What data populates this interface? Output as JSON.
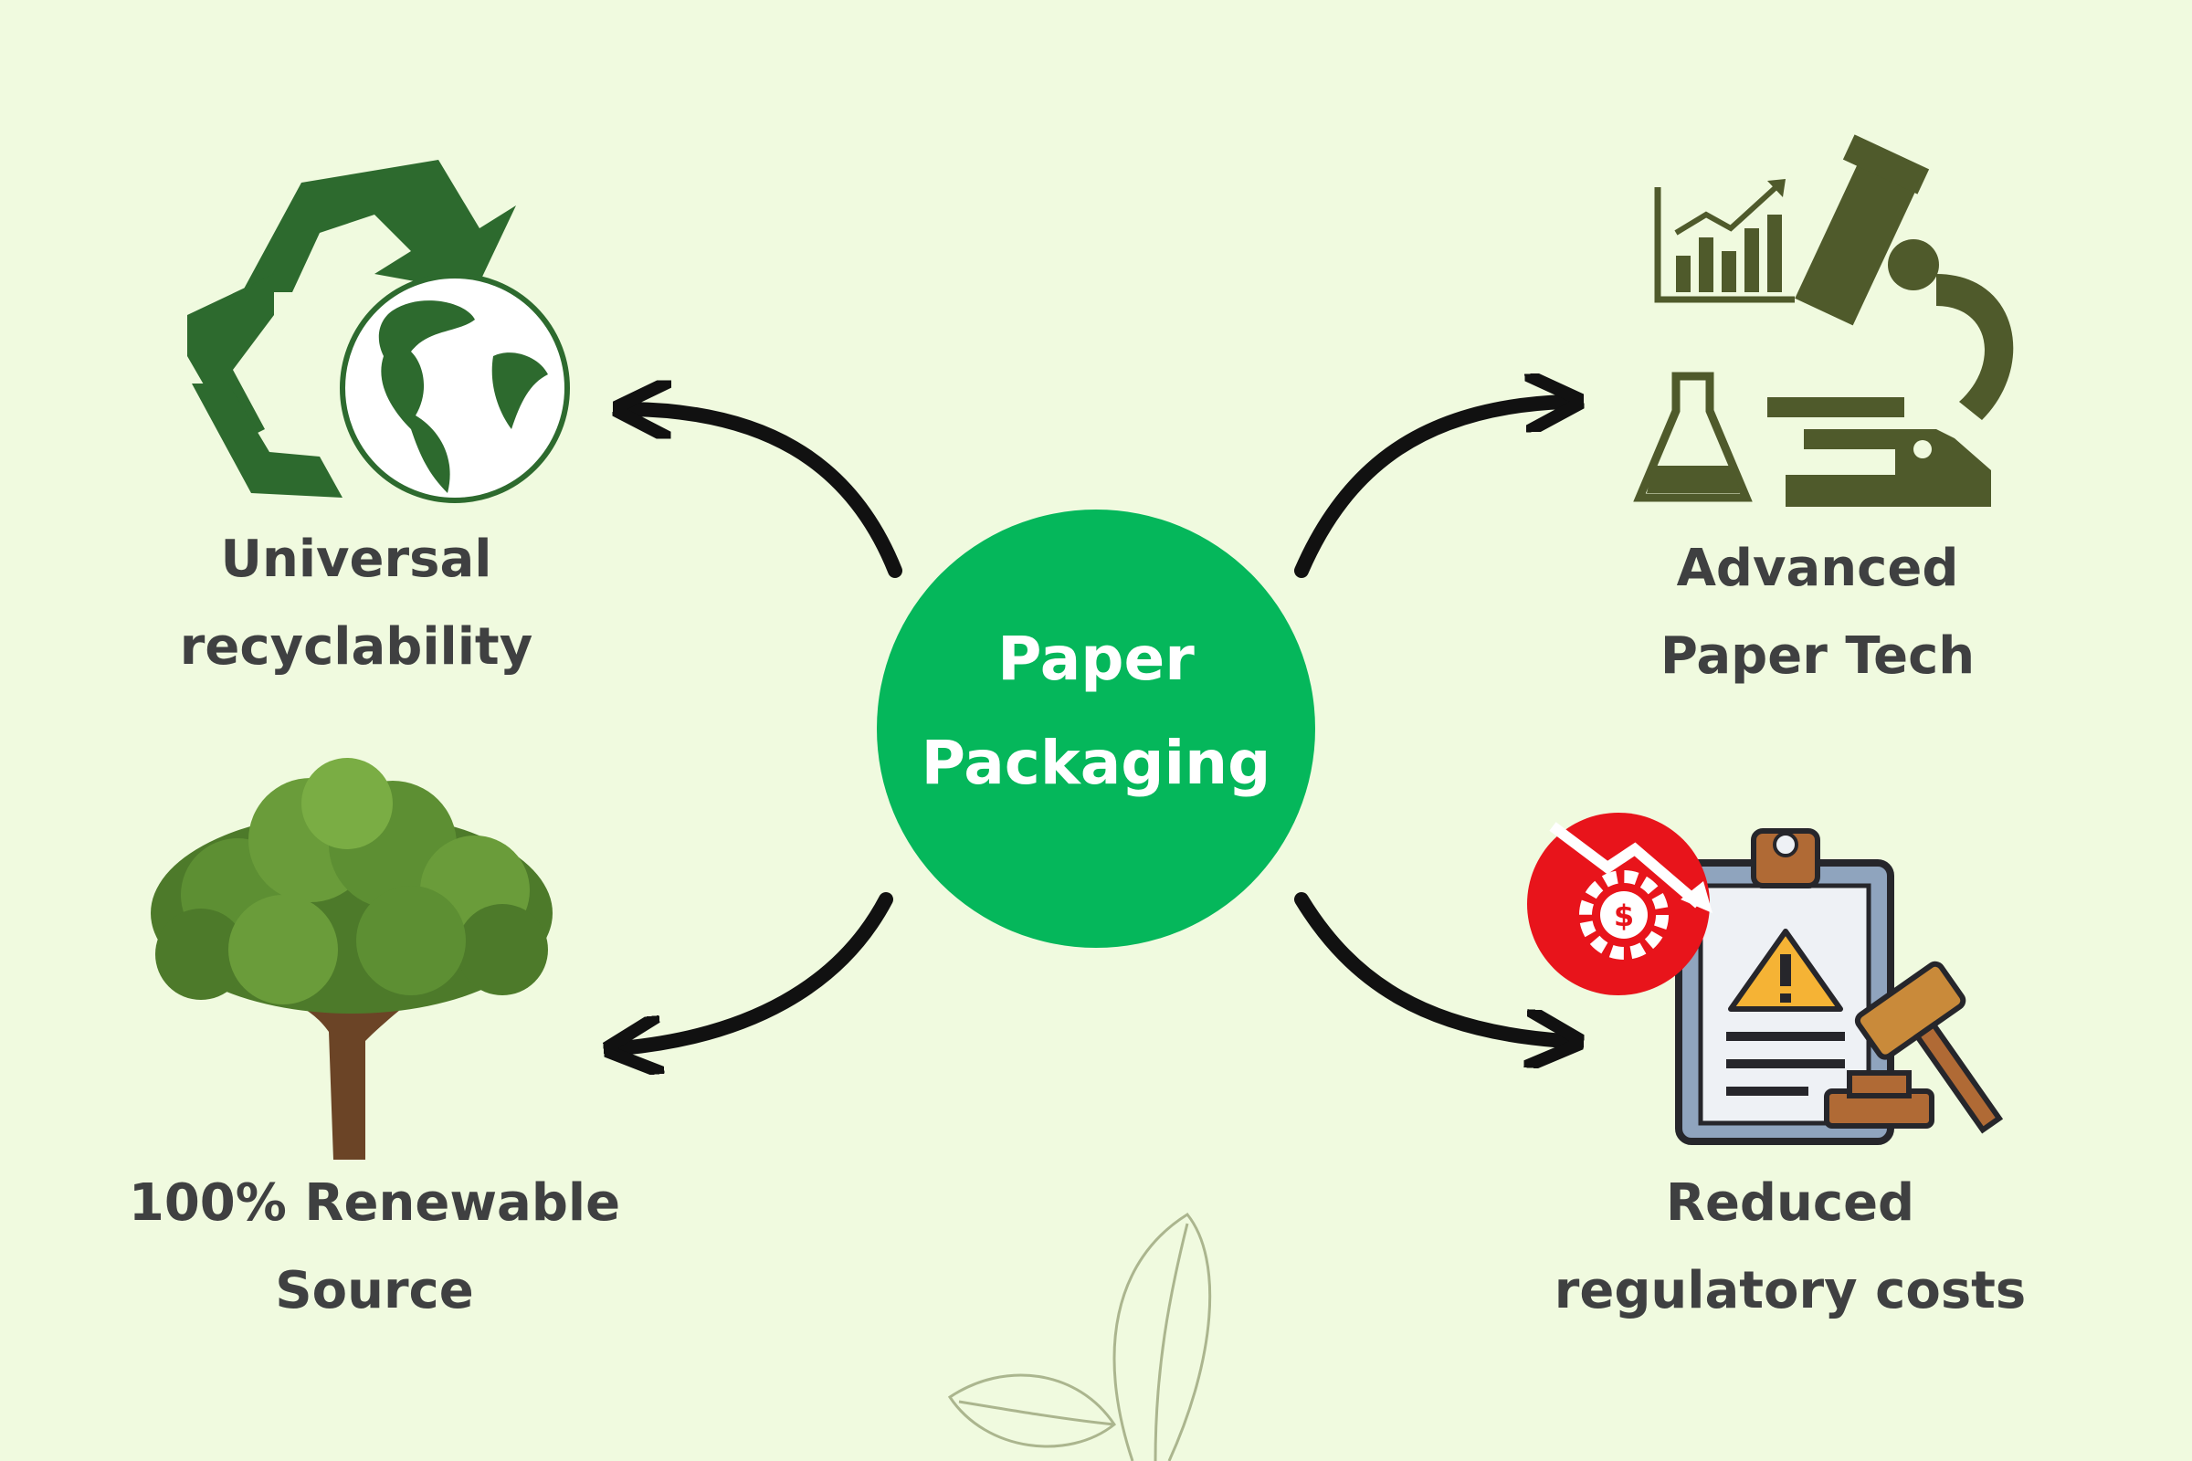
{
  "center": {
    "line1": "Paper",
    "line2": "Packaging",
    "color": "#05b75b"
  },
  "nodes": {
    "top_left": {
      "line1": "Universal",
      "line2": "recyclability",
      "icon": "recycle-globe-icon"
    },
    "top_right": {
      "line1": "Advanced",
      "line2": "Paper Tech",
      "icon": "lab-microscope-icon"
    },
    "bottom_left": {
      "line1": "100% Renewable",
      "line2": "Source",
      "icon": "tree-icon"
    },
    "bottom_right": {
      "line1": "Reduced",
      "line2": "regulatory costs",
      "icon": "regulatory-clipboard-icon"
    }
  },
  "colors": {
    "background": "#f0fadf",
    "text": "#3f4041",
    "icon_green": "#2d6a2e",
    "icon_olive": "#4f5a2b",
    "alert_red": "#e8141b"
  }
}
